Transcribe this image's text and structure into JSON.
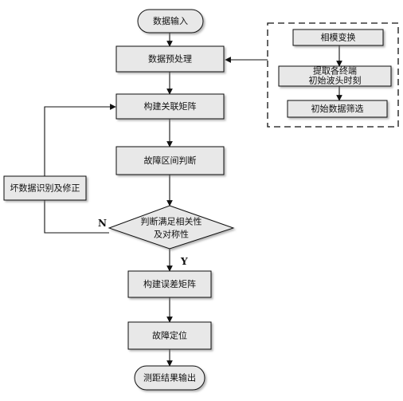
{
  "nodes": {
    "start": "数据输入",
    "preprocess": "数据预处理",
    "build_correlation": "构建关联矩阵",
    "interval_judge": "故障区间判断",
    "decision_line1": "判断满足相关性",
    "decision_line2": "及对称性",
    "build_error": "构建误差矩阵",
    "locate": "故障定位",
    "end": "测距结果输出",
    "bad_data": "坏数据识别及修正"
  },
  "side_panel": {
    "phase_transform": "相模变换",
    "extract_line1": "提取各终端",
    "extract_line2": "初始波头时刻",
    "initial_filter": "初始数据筛选"
  },
  "edge_labels": {
    "no": "N",
    "yes": "Y"
  }
}
